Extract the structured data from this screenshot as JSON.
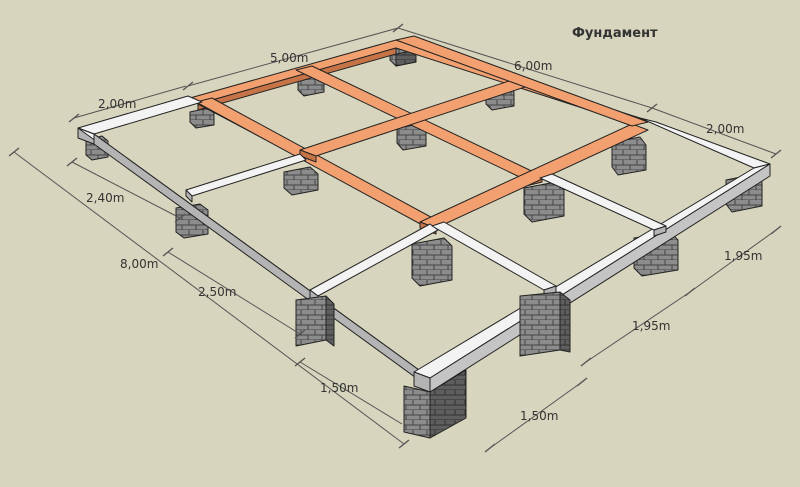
{
  "title": "Фундамент",
  "dimensions": {
    "d_500": "5,00m",
    "d_600": "6,00m",
    "d_200_left": "2,00m",
    "d_200_right": "2,00m",
    "d_240": "2,40m",
    "d_800": "8,00m",
    "d_250": "2,50m",
    "d_150_left": "1,50m",
    "d_150_right": "1,50m",
    "d_195_upper": "1,95m",
    "d_195_lower": "1,95m"
  },
  "colors": {
    "background": "#d7d5bd",
    "beam_white_top": "#f3f3f3",
    "beam_white_side": "#b4b4b4",
    "beam_orange_top": "#f2a070",
    "beam_orange_side": "#c67447",
    "pier_front": "#8a8a8a",
    "pier_side": "#5b5b5b",
    "pier_top": "#b9b9b9"
  },
  "icons": {
    "pier": "concrete-block-pier"
  }
}
